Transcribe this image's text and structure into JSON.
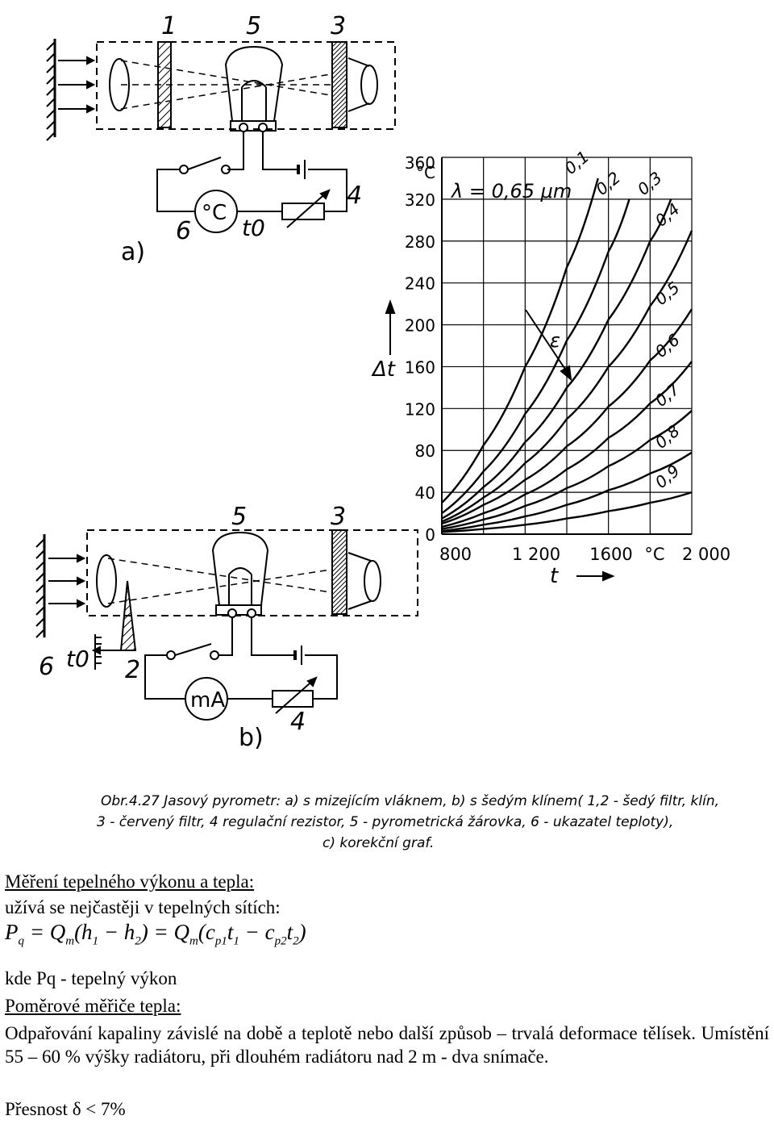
{
  "figure": {
    "panel_a_label": "a)",
    "panel_b_label": "b)",
    "part_labels_a": [
      "1",
      "5",
      "3",
      "4",
      "6"
    ],
    "part_labels_b": [
      "5",
      "3",
      "2",
      "4",
      "6"
    ],
    "meter_a": "°C",
    "meter_b": "mA",
    "t0": "t0",
    "caption_lines": [
      "Obr.4.27  Jasový pyrometr: a) s mizejícím vláknem, b) s šedým klínem( 1,2 - šedý filtr, klín,",
      "3 - červený filtr, 4 regulační rezistor, 5 - pyrometrická žárovka, 6 - ukazatel teploty),",
      "c) korekční graf."
    ]
  },
  "chart_data": {
    "type": "line",
    "title": "λ = 0,65 μm",
    "xlabel": "t",
    "ylabel": "Δt",
    "x_ticks": [
      "800",
      "1 200",
      "1600",
      "°C",
      "2 000"
    ],
    "y_ticks": [
      "0",
      "40",
      "80",
      "120",
      "160",
      "200",
      "240",
      "280",
      "320",
      "360",
      "°C"
    ],
    "xlim": [
      800,
      2000
    ],
    "ylim": [
      0,
      360
    ],
    "arrow_label": "ε",
    "series": [
      {
        "name": "0,1",
        "x": [
          800,
          1000,
          1200,
          1400,
          1550
        ],
        "values": [
          30,
          85,
          160,
          255,
          340
        ]
      },
      {
        "name": "0,2",
        "x": [
          800,
          1000,
          1200,
          1400,
          1600,
          1700
        ],
        "values": [
          20,
          60,
          115,
          185,
          270,
          320
        ]
      },
      {
        "name": "0,3",
        "x": [
          800,
          1000,
          1200,
          1400,
          1600,
          1800,
          1900
        ],
        "values": [
          15,
          45,
          88,
          140,
          205,
          280,
          320
        ]
      },
      {
        "name": "0,4",
        "x": [
          800,
          1000,
          1200,
          1400,
          1600,
          1800,
          2000
        ],
        "values": [
          12,
          35,
          68,
          110,
          160,
          218,
          290
        ]
      },
      {
        "name": "0,5",
        "x": [
          800,
          1000,
          1200,
          1400,
          1600,
          1800,
          2000
        ],
        "values": [
          10,
          28,
          52,
          84,
          122,
          166,
          215
        ]
      },
      {
        "name": "0,6",
        "x": [
          800,
          1000,
          1200,
          1400,
          1600,
          1800,
          2000
        ],
        "values": [
          7,
          20,
          38,
          62,
          92,
          125,
          165
        ]
      },
      {
        "name": "0,7",
        "x": [
          800,
          1000,
          1200,
          1400,
          1600,
          1800,
          2000
        ],
        "values": [
          5,
          14,
          27,
          44,
          65,
          90,
          118
        ]
      },
      {
        "name": "0,8",
        "x": [
          800,
          1000,
          1200,
          1400,
          1600,
          1800,
          2000
        ],
        "values": [
          3,
          9,
          17,
          28,
          42,
          58,
          78
        ]
      },
      {
        "name": "0,9",
        "x": [
          800,
          1000,
          1200,
          1400,
          1600,
          1800,
          2000
        ],
        "values": [
          2,
          5,
          9,
          15,
          22,
          30,
          40
        ]
      }
    ]
  },
  "text": {
    "heading1": "Měření tepelného výkonu a tepla:",
    "line1": "užívá se nejčastěji v tepelných sítích:",
    "formula": {
      "P": "P",
      "q": "q",
      "eq1": " = Q",
      "m1": "m",
      "open1": "(h",
      "s1": "1",
      "minus1": " − h",
      "s2": "2",
      "close1": ") = Q",
      "m2": "m",
      "open2": "(c",
      "p1": "p1",
      "t1": "t",
      "s3": "1",
      "minus2": " − c",
      "p2": "p2",
      "t2": "t",
      "s4": "2",
      "close2": ")"
    },
    "kde_line": "kde  Pq  -  tepelný výkon",
    "heading2": "Poměrové měřiče tepla:",
    "paragraph": "Odpařování kapaliny závislé na době a teplotě nebo další způsob – trvalá deformace tělísek. Umístění  55 – 60 % výšky radiátoru, při dlouhém radiátoru nad 2 m  - dva snímače.",
    "accuracy": "Přesnost δ < 7%"
  }
}
